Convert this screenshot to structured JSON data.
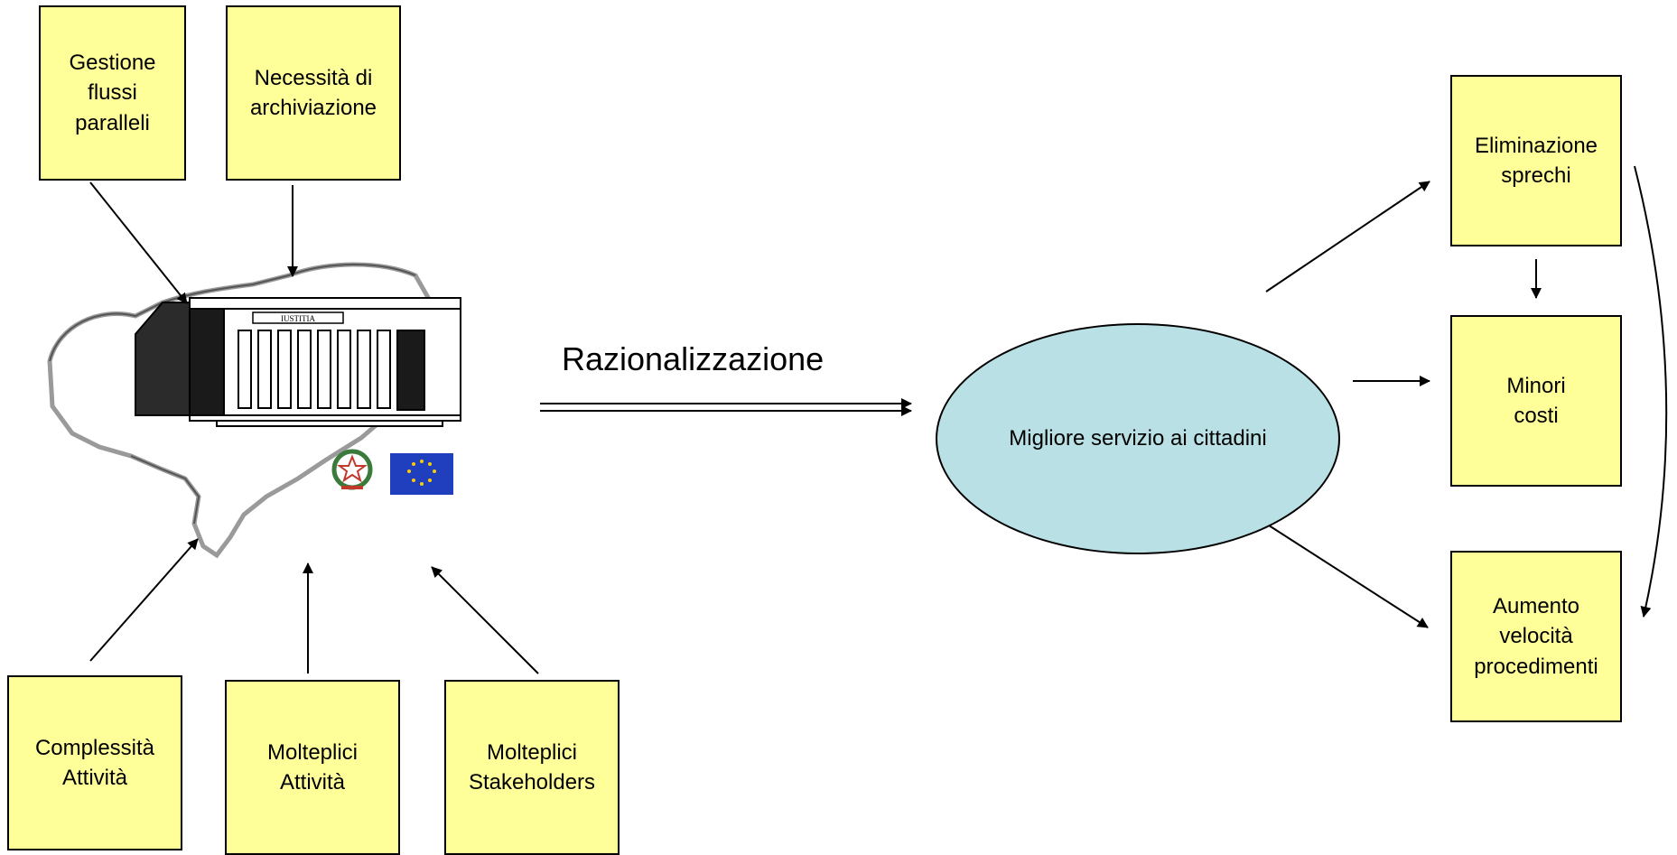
{
  "notes": {
    "gestione": "Gestione\nflussi\nparalleli",
    "necessita": "Necessità di\narchiviazione",
    "complessita": "Complessità\nAttività",
    "molteplici_attivita": "Molteplici\nAttività",
    "molteplici_stakeholders": "Molteplici\nStakeholders",
    "eliminazione": "Eliminazione\nsprechi",
    "minori": "Minori\ncosti",
    "aumento": "Aumento\nvelocità\nprocedimenti"
  },
  "center_label": "Razionalizzazione",
  "ellipse_label": "Migliore servizio ai cittadini",
  "building_inscription": "IUSTITIA",
  "colors": {
    "note_fill": "#ffff99",
    "ellipse_fill": "#b9e0e4",
    "eu_flag": "#1f3fbf",
    "eu_stars": "#ffcc00"
  },
  "icons": [
    "italian-emblem-icon",
    "eu-flag-icon",
    "courthouse-icon",
    "region-map-icon"
  ]
}
